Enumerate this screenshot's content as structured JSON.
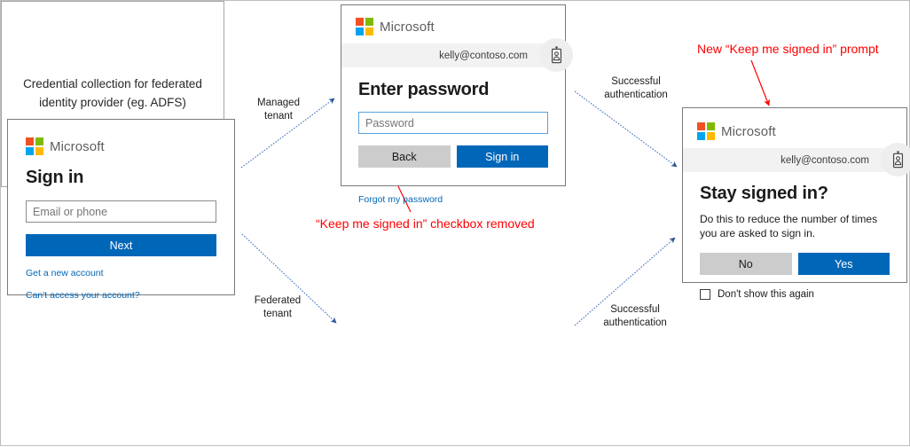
{
  "brand": {
    "name": "Microsoft",
    "logo_colors": {
      "top_left": "#f25022",
      "top_right": "#7fba00",
      "bottom_left": "#00a4ef",
      "bottom_right": "#ffb900"
    },
    "accent_blue": "#0067b8",
    "annotation_red": "#ff0000",
    "arrow_blue": "#4472c4"
  },
  "signin_card": {
    "logo_label": "Microsoft",
    "title": "Sign in",
    "email_placeholder": "Email or phone",
    "email_value": "",
    "next_label": "Next",
    "links": [
      "Get a new account",
      "Can't access your account?"
    ]
  },
  "password_card": {
    "logo_label": "Microsoft",
    "account_email": "kelly@contoso.com",
    "avatar_icon": "id-badge-icon",
    "title": "Enter password",
    "password_placeholder": "Password",
    "password_value": "",
    "back_label": "Back",
    "signin_label": "Sign in",
    "forgot_link": "Forgot my password"
  },
  "stay_signed_in_card": {
    "logo_label": "Microsoft",
    "account_email": "kelly@contoso.com",
    "avatar_icon": "id-badge-icon",
    "title": "Stay signed in?",
    "description": "Do this to reduce the number of times you are asked to sign in.",
    "no_label": "No",
    "yes_label": "Yes",
    "checkbox_label": "Don't show this again",
    "checkbox_checked": false
  },
  "federated_card": {
    "text": "Credential collection for\nfederated identity provider\n(eg. ADFS)"
  },
  "flow_labels": {
    "managed_tenant": "Managed\ntenant",
    "federated_tenant": "Federated\ntenant",
    "successful_auth_top": "Successful\nauthentication",
    "successful_auth_bottom": "Successful\nauthentication"
  },
  "annotations": {
    "checkbox_removed": "“Keep me signed in” checkbox removed",
    "new_prompt": "New “Keep me signed in” prompt"
  }
}
